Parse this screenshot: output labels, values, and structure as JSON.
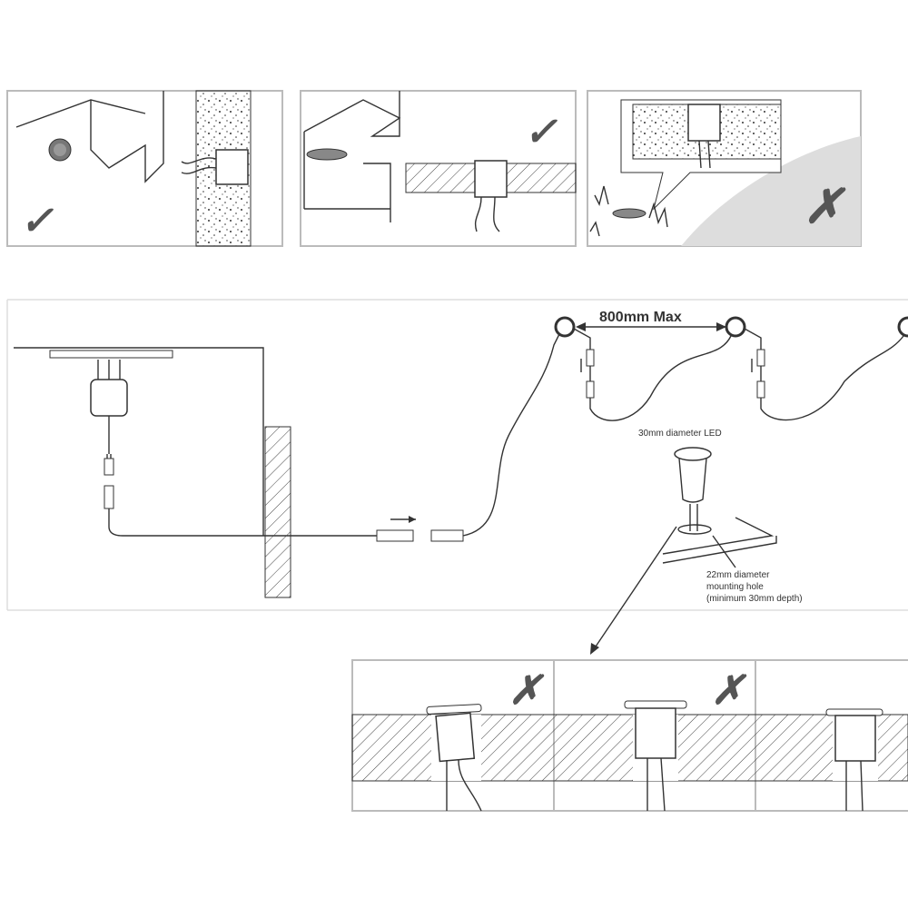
{
  "title": "LED deck light installation diagram",
  "top_panels": [
    {
      "mark": "✓",
      "verdict": "correct"
    },
    {
      "mark": "✓",
      "verdict": "correct"
    },
    {
      "mark": "✗",
      "verdict": "incorrect"
    }
  ],
  "wiring": {
    "spacing_label": "800mm Max",
    "led_label": "30mm diameter LED",
    "hole_label_lines": [
      "22mm diameter",
      "mounting hole",
      "(minimum 30mm depth)"
    ]
  },
  "bottom_panels": [
    {
      "mark": "✗",
      "verdict": "incorrect"
    },
    {
      "mark": "✗",
      "verdict": "incorrect"
    },
    {
      "mark": "",
      "verdict": "correct"
    }
  ],
  "colors": {
    "line": "#333333",
    "frame": "#bbbbbb",
    "mark": "#555555",
    "shade": "#dddddd"
  }
}
